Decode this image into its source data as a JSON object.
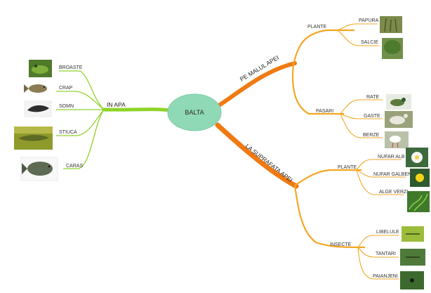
{
  "central": {
    "label": "BALTA",
    "color": "#8fd9b6"
  },
  "branch_colors": {
    "left": "#8ed32a",
    "right": "#f07a12",
    "sub": "#f5a623"
  },
  "left_branch": {
    "label": "IN APA",
    "items": [
      {
        "label": "BROASTE",
        "icon": "frog-photo"
      },
      {
        "label": "CRAP",
        "icon": "carp-photo"
      },
      {
        "label": "SOMN",
        "icon": "catfish-photo"
      },
      {
        "label": "STIUCA",
        "icon": "pike-photo"
      },
      {
        "label": "CARAS",
        "icon": "crucian-carp-photo"
      }
    ]
  },
  "upper_branch": {
    "label": "PE MALUL APEI",
    "groups": [
      {
        "label": "PLANTE",
        "items": [
          {
            "label": "PAPURA",
            "icon": "cattail-photo"
          },
          {
            "label": "SALCIE",
            "icon": "willow-photo"
          }
        ]
      },
      {
        "label": "PASARI",
        "items": [
          {
            "label": "RATE",
            "icon": "duck-photo"
          },
          {
            "label": "GASTE",
            "icon": "goose-photo"
          },
          {
            "label": "BERZE",
            "icon": "stork-photo"
          }
        ]
      }
    ]
  },
  "lower_branch": {
    "label": "LA SUPRAFATA APEI",
    "groups": [
      {
        "label": "PLANTE",
        "items": [
          {
            "label": "NUFAR ALB",
            "icon": "white-lily-photo"
          },
          {
            "label": "NUFAR GALBEN",
            "icon": "yellow-lily-photo"
          },
          {
            "label": "ALGE VERZI",
            "icon": "green-algae-photo"
          }
        ]
      },
      {
        "label": "INSECTE",
        "items": [
          {
            "label": "LIBELULE",
            "icon": "dragonfly-photo"
          },
          {
            "label": "TANTARI",
            "icon": "mosquito-photo"
          },
          {
            "label": "PAIANJENI",
            "icon": "spider-photo"
          }
        ]
      }
    ]
  }
}
